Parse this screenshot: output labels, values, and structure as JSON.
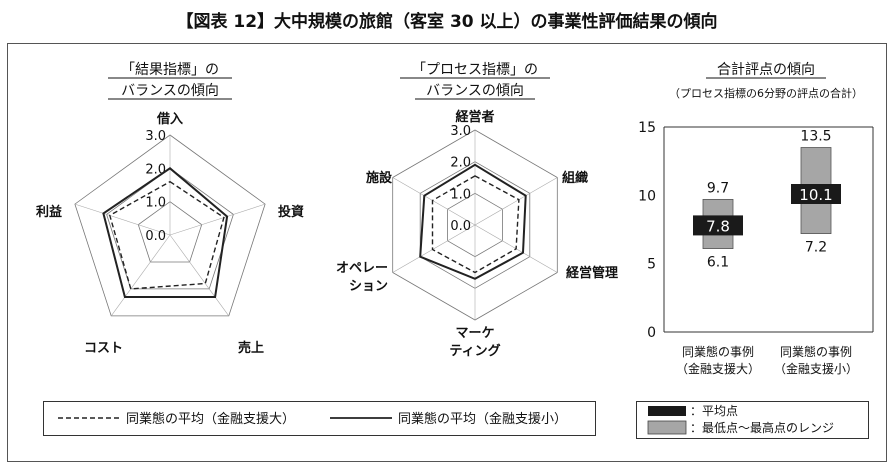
{
  "figure_title": "【図表 12】大中規模の旅館（客室 30 以上）の事業性評価結果の傾向",
  "panel_left": {
    "title_line1": "「結果指標」の",
    "title_line2": "バランスの傾向"
  },
  "panel_mid": {
    "title_line1": "「プロセス指標」の",
    "title_line2": "バランスの傾向"
  },
  "panel_right": {
    "title_line1": "合計評点の傾向",
    "title_line2": "（プロセス指標の6分野の評点の合計）"
  },
  "legend_left": {
    "dashed": "同業態の平均（金融支援大）",
    "solid": "同業態の平均（金融支援小）"
  },
  "legend_right": {
    "avg": "：平均点",
    "range": "：最低点～最高点のレンジ"
  },
  "colors": {
    "range_fill": "#a6a6a6",
    "avg_fill": "#1a1a1a",
    "line": "#222222"
  },
  "chart_data": [
    {
      "type": "radar",
      "axes": [
        "借入",
        "投資",
        "売上",
        "コスト",
        "利益"
      ],
      "rlim": [
        0,
        3
      ],
      "ticks": [
        "0.0",
        "1.0",
        "2.0",
        "3.0"
      ],
      "series": [
        {
          "name": "同業態の平均（金融支援大）",
          "style": "dashed",
          "values": [
            1.6,
            1.7,
            1.8,
            2.0,
            1.9
          ]
        },
        {
          "name": "同業態の平均（金融支援小）",
          "style": "solid",
          "values": [
            2.0,
            1.8,
            2.3,
            2.3,
            2.1
          ]
        }
      ]
    },
    {
      "type": "radar",
      "axes": [
        "経営者",
        "組織",
        "経営管理",
        "マーケティング",
        "オペレーション",
        "施設"
      ],
      "axis_labels": [
        "経営者",
        "組織",
        "経営管理",
        "マーケ\nティング",
        "オペレー\nション",
        "施設"
      ],
      "rlim": [
        0,
        3
      ],
      "ticks": [
        "0.0",
        "1.0",
        "2.0",
        "3.0"
      ],
      "series": [
        {
          "name": "同業態の平均（金融支援大）",
          "style": "dashed",
          "values": [
            1.55,
            1.6,
            1.5,
            1.5,
            1.55,
            1.55
          ]
        },
        {
          "name": "同業態の平均（金融支援小）",
          "style": "solid",
          "values": [
            1.9,
            1.85,
            1.75,
            1.7,
            2.0,
            1.85
          ]
        }
      ]
    },
    {
      "type": "range",
      "categories": [
        "同業態の事例\n（金融支援大）",
        "同業態の事例\n（金融支援小）"
      ],
      "min": [
        6.1,
        7.2
      ],
      "max": [
        9.7,
        13.5
      ],
      "avg": [
        7.8,
        10.1
      ],
      "ylim": [
        0,
        15
      ],
      "yticks": [
        "0",
        "5",
        "10",
        "15"
      ]
    }
  ]
}
